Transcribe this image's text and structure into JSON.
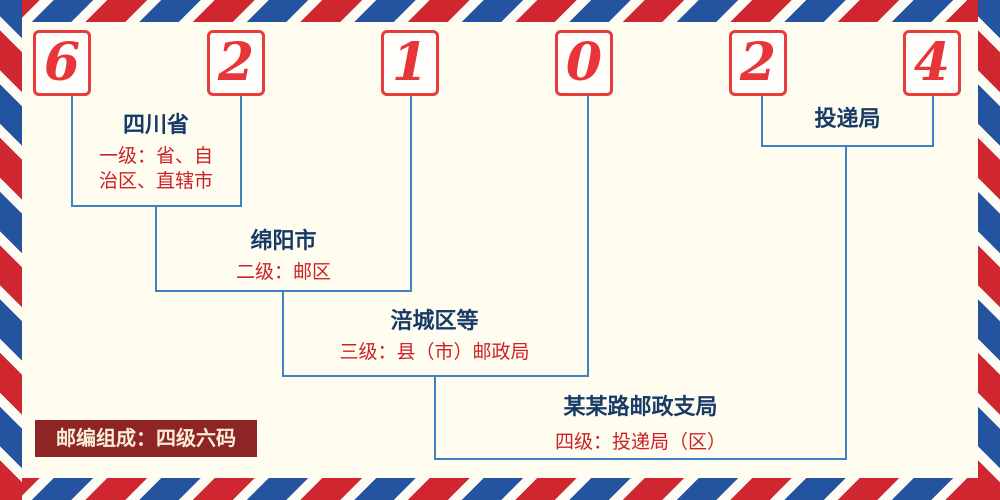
{
  "postal_code": "621024",
  "digits": [
    "6",
    "2",
    "1",
    "0",
    "2",
    "4"
  ],
  "levels": [
    {
      "name": "四川省",
      "desc": [
        "一级：省、自",
        "治区、直辖市"
      ]
    },
    {
      "name": "绵阳市",
      "desc": [
        "二级：邮区"
      ]
    },
    {
      "name": "涪城区等",
      "desc": [
        "三级：县（市）邮政局"
      ]
    },
    {
      "name": "某某路邮政支局",
      "desc": [
        "四级：投递局（区）"
      ]
    },
    {
      "name": "投递局",
      "desc": []
    }
  ],
  "badge_text": "邮编组成：四级六码",
  "colors": {
    "background": "#fffdf0",
    "digit_red": "#e8353a",
    "box_border_red": "#e63c3c",
    "line_blue": "#3e82c4",
    "place_navy": "#173a67",
    "desc_red": "#cc2127",
    "badge_background": "#8f2424",
    "badge_text": "#f8edd8",
    "border_red": "#cf2630",
    "border_blue": "#24539f"
  }
}
